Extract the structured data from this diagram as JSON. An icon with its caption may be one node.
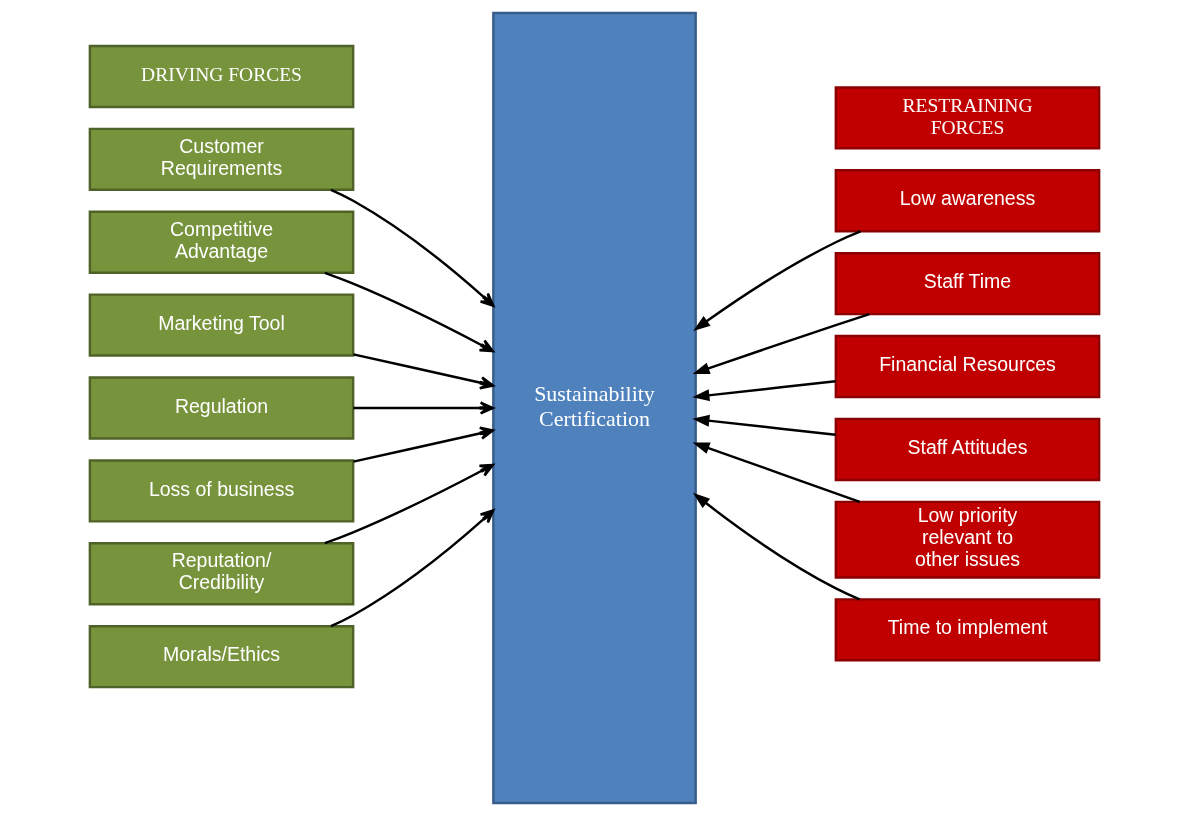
{
  "diagram": {
    "nodes": [
      {
        "text": [
          "DRIVING FORCES"
        ]
      },
      {
        "text": [
          "RESTRAINING FORCES"
        ]
      },
      {
        "text": [
          "Sustainability Certification"
        ]
      },
      {
        "text": [
          "Customer Requirements"
        ]
      },
      {
        "text": [
          "Competitive Advantage"
        ]
      },
      {
        "text": [
          "Marketing Tool"
        ]
      },
      {
        "text": [
          "Regulation"
        ]
      },
      {
        "text": [
          "Loss of business"
        ]
      },
      {
        "text": [
          "Reputation/ Credibility"
        ]
      },
      {
        "text": [
          "Morals/Ethics"
        ]
      },
      {
        "text": [
          "Low awareness"
        ]
      },
      {
        "text": [
          "Staff Time"
        ]
      },
      {
        "text": [
          "Financial Resources"
        ]
      },
      {
        "text": [
          "Staff Attitudes"
        ]
      },
      {
        "text": [
          "Low priority relevant to other issues"
        ]
      },
      {
        "text": [
          "Time to implement"
        ]
      }
    ],
    "edges": [
      {
        "from": 3,
        "to": 2,
        "arrow": "to"
      },
      {
        "from": 4,
        "to": 2,
        "arrow": "to"
      },
      {
        "from": 5,
        "to": 2,
        "arrow": "to"
      },
      {
        "from": 6,
        "to": 2,
        "arrow": "to"
      },
      {
        "from": 7,
        "to": 2,
        "arrow": "to"
      },
      {
        "from": 8,
        "to": 2,
        "arrow": "to"
      },
      {
        "from": 9,
        "to": 2,
        "arrow": "to"
      },
      {
        "from": 10,
        "to": 2,
        "arrow": "to"
      },
      {
        "from": 11,
        "to": 2,
        "arrow": "to"
      },
      {
        "from": 12,
        "to": 2,
        "arrow": "to"
      },
      {
        "from": 13,
        "to": 2,
        "arrow": "to"
      },
      {
        "from": 14,
        "to": 2,
        "arrow": "to"
      },
      {
        "from": 15,
        "to": 2,
        "arrow": "to"
      }
    ]
  }
}
